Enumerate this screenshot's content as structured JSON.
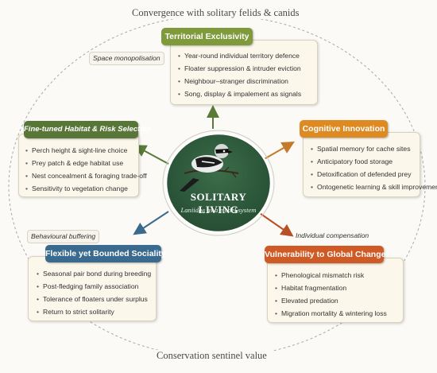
{
  "ring": {
    "top_label": "Convergence with solitary felids & canids",
    "bottom_label": "Conservation sentinel value"
  },
  "center": {
    "title": "SOLITARY LIVING",
    "subtitle": "Laniidae as a model system"
  },
  "panels": {
    "territorial": {
      "title": "Territorial Exclusivity",
      "tag": "Space monopolisation",
      "items": [
        "Year-round individual territory defence",
        "Floater suppression & intruder eviction",
        "Neighbour–stranger discrimination",
        "Song, display & impalement as signals"
      ]
    },
    "habitat": {
      "title": "Fine-tuned Habitat & Risk Selection",
      "items": [
        "Perch height & sight-line choice",
        "Prey patch & edge habitat use",
        "Nest concealment & foraging trade-off",
        "Sensitivity to vegetation change"
      ]
    },
    "cognitive": {
      "title": "Cognitive Innovation",
      "items": [
        "Spatial memory for cache sites",
        "Anticipatory food storage",
        "Detoxification of defended prey",
        "Ontogenetic learning & skill improvement"
      ]
    },
    "sociality": {
      "title": "Flexible yet Bounded Sociality",
      "tag": "Behavioural buffering",
      "items": [
        "Seasonal pair bond during breeding",
        "Post-fledging family association",
        "Tolerance of floaters under surplus",
        "Return to strict solitarity"
      ]
    },
    "vulnerability": {
      "title": "Vulnerability to Global Change",
      "tag": "Individual compensation",
      "items": [
        "Phenological mismatch risk",
        "Habitat fragmentation",
        "Elevated predation",
        "Migration mortality & wintering loss"
      ]
    }
  },
  "colors": {
    "territorial": "#7f9a3a",
    "habitat": "#587637",
    "cognitive": "#de8a22",
    "sociality": "#3a6a8e",
    "vulnerability": "#cf5a25",
    "center": "#2f5c3c",
    "arrow_green": "#5a7a3a",
    "arrow_orange": "#c47a28",
    "arrow_blue": "#3a6a8e",
    "arrow_red": "#b85026"
  }
}
